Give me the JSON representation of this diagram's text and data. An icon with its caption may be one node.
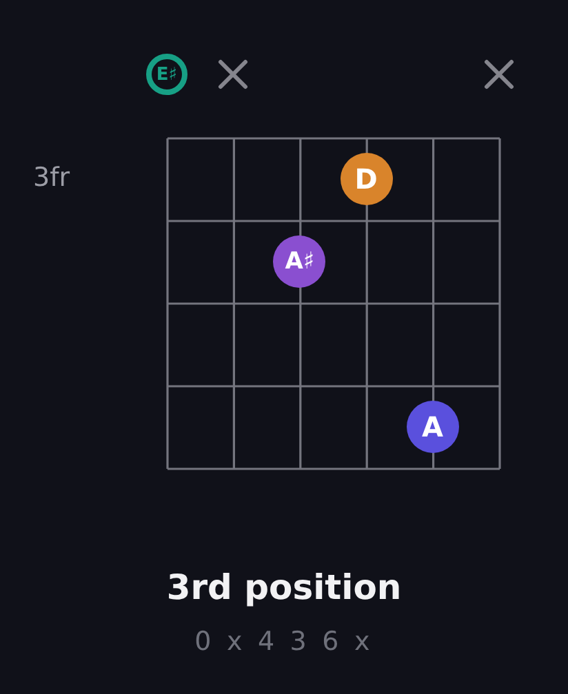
{
  "diagram": {
    "title": "3rd position",
    "nodes": [
      {
        "text": [
          "E♯"
        ]
      },
      {
        "text": [
          "D"
        ]
      },
      {
        "text": [
          "A♯"
        ]
      },
      {
        "text": [
          "A"
        ]
      }
    ],
    "labels": [
      "3fr",
      "0 x 4 3 6 x"
    ]
  }
}
